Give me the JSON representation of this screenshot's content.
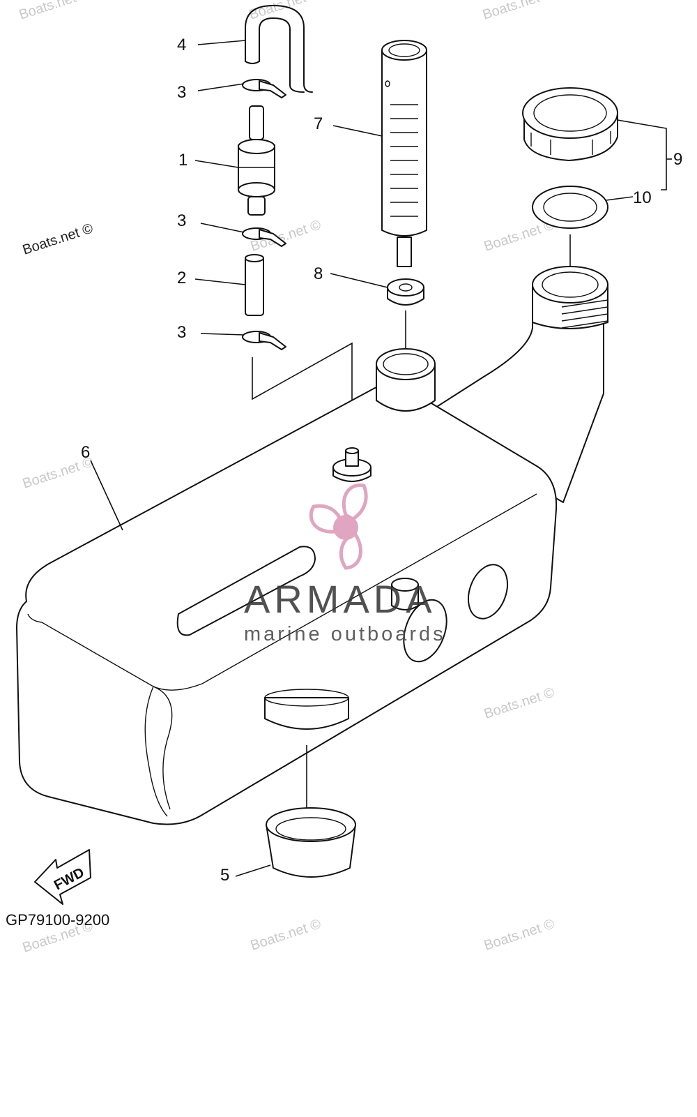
{
  "diagram": {
    "callouts": {
      "c1": "1",
      "c2": "2",
      "c3a": "3",
      "c3b": "3",
      "c3c": "3",
      "c4": "4",
      "c5": "5",
      "c6": "6",
      "c7": "7",
      "c8": "8",
      "c9": "9",
      "c10": "10"
    },
    "part_code": "GP79100-9200",
    "fwd_label": "FWD"
  },
  "watermarks": {
    "text": "Boats.net ©",
    "text_top": "Boats.net"
  },
  "overlay_logo": {
    "brand": "ARMADA",
    "tagline": "marine outboards",
    "accent": "#e0a5c0"
  }
}
